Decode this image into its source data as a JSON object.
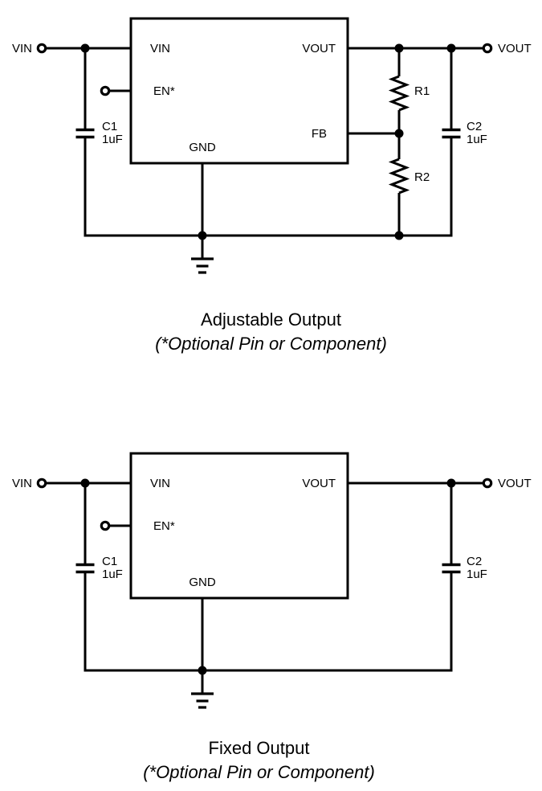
{
  "colors": {
    "ink": "#000000",
    "background": "#ffffff"
  },
  "diagrams": [
    {
      "id": "adjustable",
      "caption_title": "Adjustable Output",
      "caption_note": "(*Optional Pin or Component)",
      "terminals": {
        "input": "VIN",
        "output": "VOUT"
      },
      "ic": {
        "pins": {
          "vin": "VIN",
          "en": "EN*",
          "gnd": "GND",
          "vout": "VOUT",
          "fb": "FB"
        }
      },
      "components": {
        "c1": {
          "ref": "C1",
          "value": "1uF"
        },
        "c2": {
          "ref": "C2",
          "value": "1uF"
        },
        "r1": {
          "ref": "R1"
        },
        "r2": {
          "ref": "R2"
        }
      }
    },
    {
      "id": "fixed",
      "caption_title": "Fixed Output",
      "caption_note": "(*Optional Pin or Component)",
      "terminals": {
        "input": "VIN",
        "output": "VOUT"
      },
      "ic": {
        "pins": {
          "vin": "VIN",
          "en": "EN*",
          "gnd": "GND",
          "vout": "VOUT"
        }
      },
      "components": {
        "c1": {
          "ref": "C1",
          "value": "1uF"
        },
        "c2": {
          "ref": "C2",
          "value": "1uF"
        }
      }
    }
  ]
}
